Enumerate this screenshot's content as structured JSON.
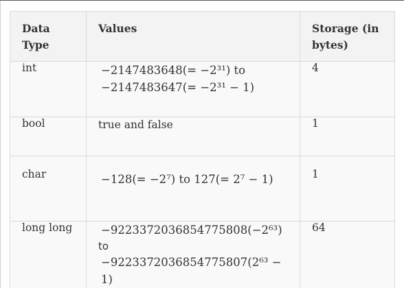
{
  "table": {
    "headers": [
      "Data Type",
      "Values",
      "Storage (in bytes)"
    ],
    "rows": [
      {
        "type": "int",
        "values": [
          "−2147483648(= −2³¹) to",
          "−2147483647(= −2³¹ − 1)"
        ],
        "storage": "4"
      },
      {
        "type": "bool",
        "values": [
          "true and false"
        ],
        "storage": "1"
      },
      {
        "type": "char",
        "values": [
          "−128(= −2⁷) to 127(= 2⁷ − 1)"
        ],
        "storage": "1"
      },
      {
        "type": "long long",
        "values": [
          "−9223372036854775808(−2⁶³)",
          "to",
          "−9223372036854775807(2⁶³ − 1)"
        ],
        "storage": "64"
      }
    ]
  }
}
